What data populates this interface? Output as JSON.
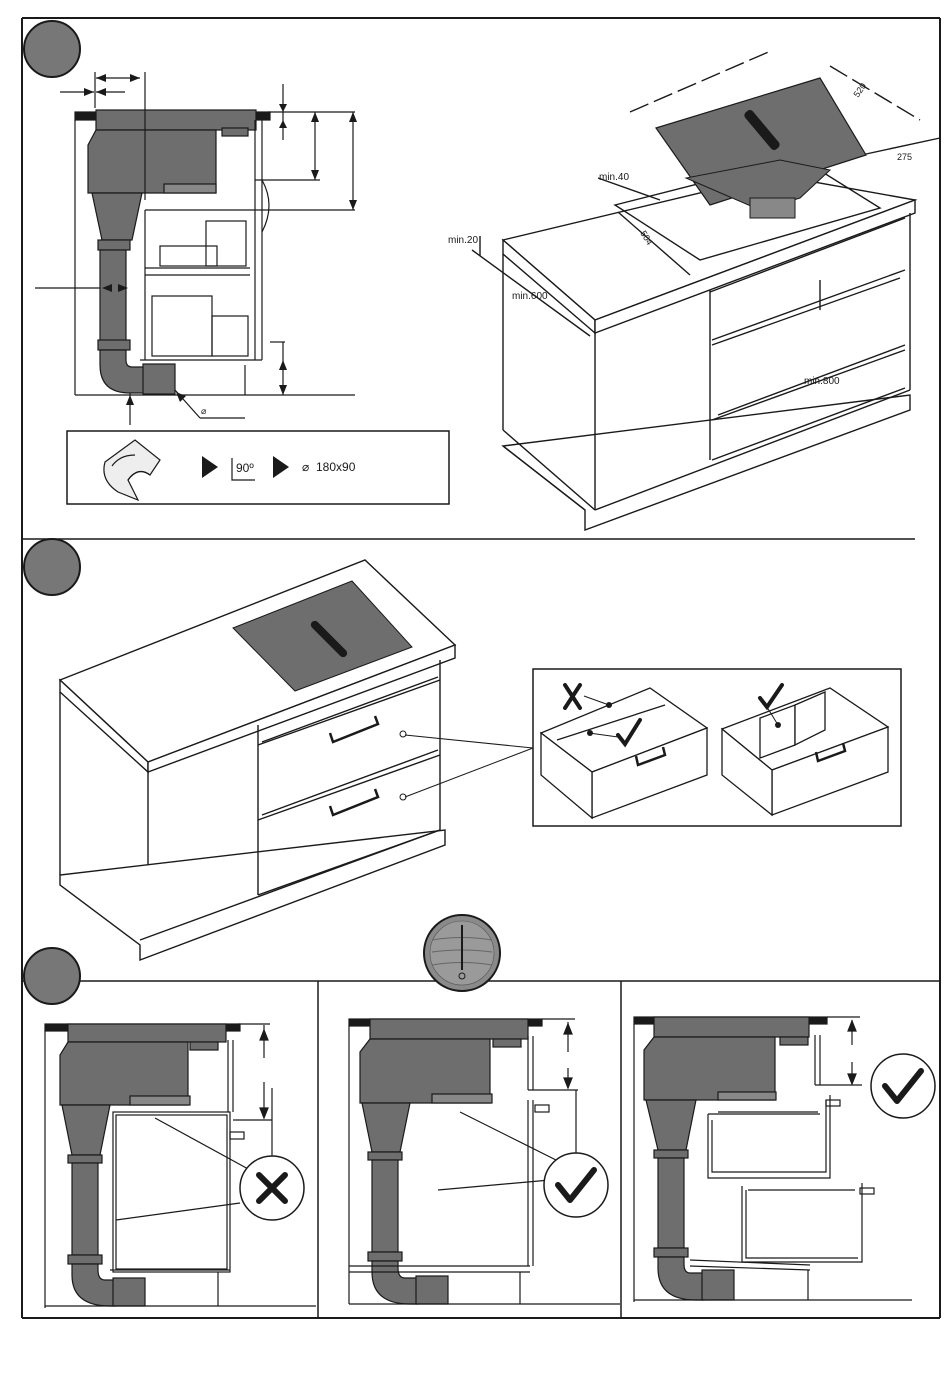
{
  "section1": {
    "dims": {
      "min_40": "min.40",
      "min_20": "min.20",
      "min_600": "min.600",
      "min_800": "min.800",
      "w_520": "520",
      "d_275": "275",
      "d_504": "504"
    },
    "elbow_box": {
      "angle_label": "90º",
      "duct_label": "180x90",
      "duct_symbol": "⌀"
    },
    "flat_symbol": "⌀"
  },
  "section3": {
    "status": [
      "wrong",
      "correct",
      "correct"
    ]
  },
  "icons": {
    "wrong": "cross-icon",
    "correct": "check-icon",
    "arrow": "play-arrow-icon"
  }
}
